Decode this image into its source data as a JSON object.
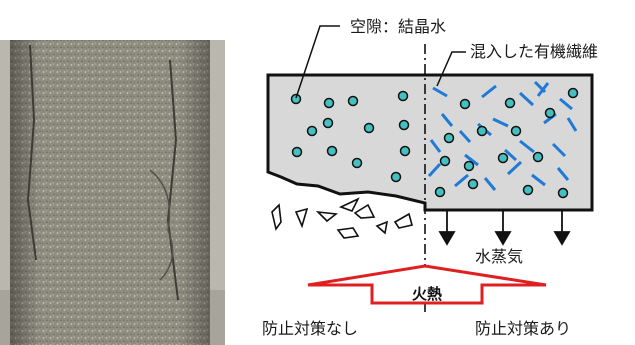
{
  "labels": {
    "void_water": "空隙：結晶水",
    "organic_fiber": "混入した有機繊維",
    "steam": "水蒸気",
    "fire_heat": "火熱",
    "no_countermeasure": "防止対策なし",
    "with_countermeasure": "防止対策あり"
  },
  "colors": {
    "concrete": "#d8d8d8",
    "void": "#44c0c0",
    "fiber": "#1f7ad6",
    "fire_outline": "#e02020",
    "outline": "#111111"
  }
}
